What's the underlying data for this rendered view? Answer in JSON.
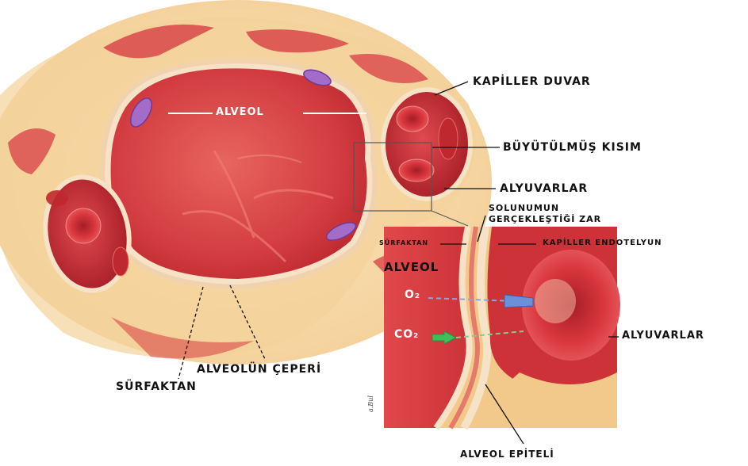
{
  "labels": {
    "alveol_main": "ALVEOL",
    "kapiller_duvar": "KAPİLLER DUVAR",
    "buyutulmus_kisim": "BÜYÜTÜLMÜŞ KISIM",
    "alyuvarlar_top": "ALYUVARLAR",
    "solunum_line1": "SOLUNUMUN",
    "solunum_line2": "GERÇEKLEŞTİĞİ ZAR",
    "surfaktan_inset": "SÜRFAKTAN",
    "kapiller_endotel": "KAPİLLER ENDOTELYUN",
    "alveol_inset": "ALVEOL",
    "o2": "O₂",
    "co2": "CO₂",
    "alyuvarlar_inset": "ALYUVARLAR",
    "alveolun_ceperi": "ALVEOLÜN ÇEPERİ",
    "surfaktan_bottom": "SÜRFAKTAN",
    "alveol_epiteli": "ALVEOL EPİTELİ"
  },
  "colors": {
    "alveolus": "#d9474a",
    "alveolus_dark": "#b8262c",
    "tissue": "#f2c98a",
    "membrane": "#f6e2c7",
    "capillary": "#c62a33",
    "nucleus": "#9b59b6",
    "o2_arrow": "#6c8fd8",
    "co2_arrow": "#3fbf5a"
  }
}
